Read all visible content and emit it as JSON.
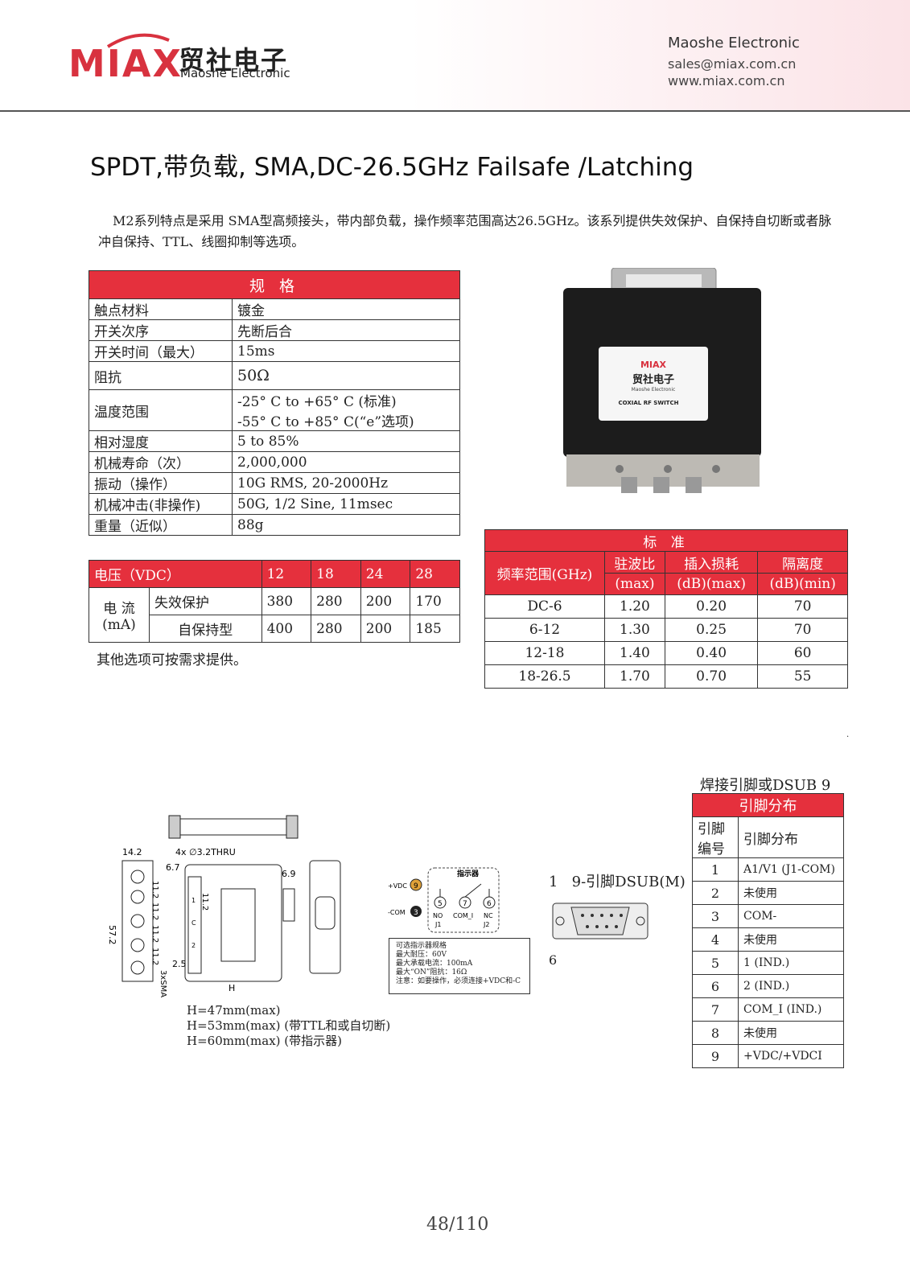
{
  "header": {
    "logo_text": "MIAX",
    "logo_cn": "贸社电子",
    "logo_en": "Maoshe Electronic",
    "company": "Maoshe Electronic",
    "email": "sales@miax.com.cn",
    "website": "www.miax.com.cn"
  },
  "title": "SPDT,带负载, SMA,DC-26.5GHz Failsafe /Latching",
  "intro": "M2系列特点是采用 SMA型高频接头，带内部负载，操作频率范围高达26.5GHz。该系列提供失效保护、自保持自切断或者脉冲自保持、TTL、线圈抑制等选项。",
  "spec": {
    "header": "规 格",
    "rows": [
      {
        "k": "触点材料",
        "v": "镀金"
      },
      {
        "k": "开关次序",
        "v": "先断后合"
      },
      {
        "k": "开关时间（最大）",
        "v": "15ms"
      },
      {
        "k": "阻抗",
        "v": "50Ω"
      },
      {
        "k": "温度范围",
        "v": "-25° C to +65° C (标准)",
        "v2": "-55° C to +85° C(“e”选项)"
      },
      {
        "k": "相对湿度",
        "v": "5 to 85%"
      },
      {
        "k": "机械寿命（次）",
        "v": "2,000,000"
      },
      {
        "k": "振动（操作）",
        "v": "10G RMS, 20-2000Hz"
      },
      {
        "k": "机械冲击(非操作)",
        "v": "50G, 1/2 Sine, 11msec"
      },
      {
        "k": "重量（近似）",
        "v": "88g"
      }
    ]
  },
  "voltage": {
    "label": "电压（VDC）",
    "values": [
      "12",
      "18",
      "24",
      "28"
    ],
    "current_label": "电  流",
    "current_unit": "(mA)",
    "rows": [
      {
        "name": "失效保护",
        "values": [
          "380",
          "280",
          "200",
          "170"
        ]
      },
      {
        "name": "自保持型",
        "values": [
          "400",
          "280",
          "200",
          "185"
        ]
      }
    ],
    "note": "其他选项可按需求提供。"
  },
  "standard": {
    "header": "标 准",
    "cols": [
      "频率范围(GHz)",
      "驻波比",
      "(max)",
      "插入损耗",
      "(dB)(max)",
      "隔离度",
      "(dB)(min)"
    ],
    "rows": [
      [
        "DC-6",
        "1.20",
        "0.20",
        "70"
      ],
      [
        "6-12",
        "1.30",
        "0.25",
        "70"
      ],
      [
        "12-18",
        "1.40",
        "0.40",
        "60"
      ],
      [
        "18-26.5",
        "1.70",
        "0.70",
        "55"
      ]
    ]
  },
  "product_label": {
    "brand": "MIAX",
    "cn": "贸社电子",
    "en": "Maoshe Electronic",
    "type": "COXIAL RF SWITCH"
  },
  "drawing": {
    "d_14_2": "14.2",
    "holes": "4x ∅3.2THRU",
    "d_6_7": "6.7",
    "d_6_9": "6.9",
    "d_57_2": "57.2",
    "d_11_2": "11.2",
    "d_2_5": "2.5",
    "sma": "3xSMA",
    "h": "H",
    "pitches": [
      "11.2",
      "11.2",
      "11.2",
      "11.2"
    ],
    "sma_labels": [
      "1",
      "C",
      "2"
    ],
    "notes": [
      "H=47mm(max)",
      "H=53mm(max) (带TTL和或自切断)",
      "H=60mm(max) (带指示器)"
    ]
  },
  "indicator": {
    "title": "指示器",
    "vdc_label": "+VDC",
    "vdc_pin": "9",
    "com_label": "-COM",
    "com_pin": "3",
    "pins": [
      "5",
      "7",
      "6"
    ],
    "pin_labels": [
      "NO",
      "COM_I",
      "NC"
    ],
    "sub_labels": [
      "J1",
      "J2"
    ],
    "spec_lines": [
      "可选指示器规格",
      "最大耐压：60V",
      "最大承载电流：100mA",
      "最大“ON”阻抗：16Ω",
      "注意：如要操作，必须连接+VDC和-C"
    ]
  },
  "dsub": {
    "label": "9-引脚DSUB(M)",
    "pin1": "1",
    "pin6": "6"
  },
  "pinout": {
    "caption": "焊接引脚或DSUB 9",
    "header": "引脚分布",
    "col1": "引脚编号",
    "col2": "引脚分布",
    "rows": [
      [
        "1",
        "A1/V1 (J1-COM)"
      ],
      [
        "2",
        "未使用"
      ],
      [
        "3",
        "COM-"
      ],
      [
        "4",
        "未使用"
      ],
      [
        "5",
        "1 (IND.)"
      ],
      [
        "6",
        "2 (IND.)"
      ],
      [
        "7",
        "COM_I (IND.)"
      ],
      [
        "8",
        "未使用"
      ],
      [
        "9",
        "+VDC/+VDCI"
      ]
    ]
  },
  "page": "48/110",
  "colors": {
    "accent": "#e5303d",
    "logo": "#d8323f"
  }
}
